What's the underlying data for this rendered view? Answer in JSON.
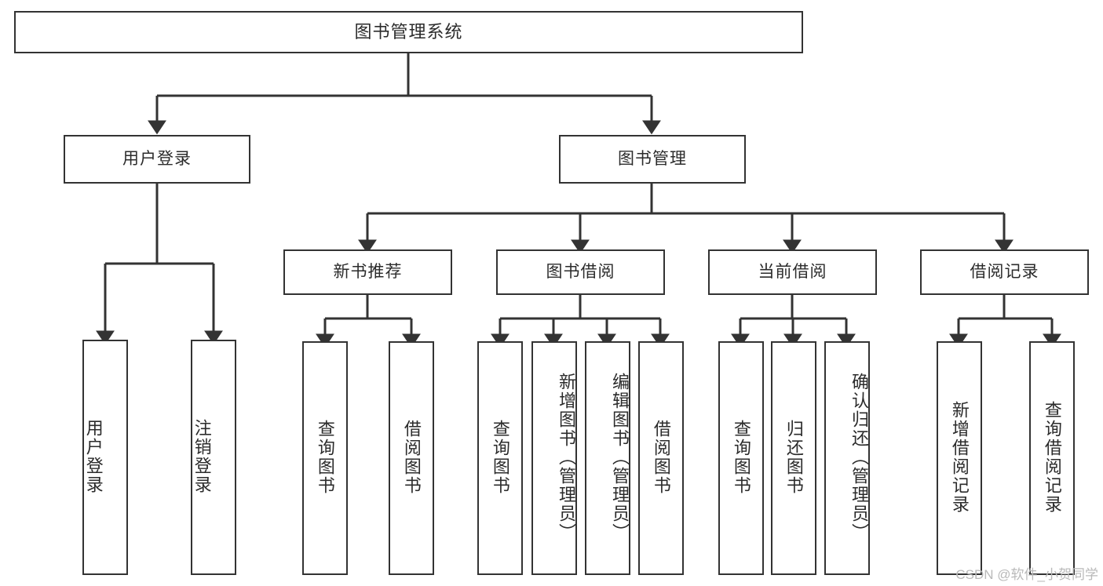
{
  "diagram": {
    "type": "tree",
    "title": "图书管理系统",
    "watermark": "CSDN @软件_小贺同学",
    "colors": {
      "box_border": "#333333",
      "box_fill": "#ffffff",
      "text": "#2b2b2b",
      "connector": "#333333",
      "watermark": "#b9b9b9"
    },
    "levels": {
      "root": {
        "label": "图书管理系统"
      },
      "level2": [
        {
          "label": "用户登录"
        },
        {
          "label": "图书管理"
        }
      ],
      "level3": [
        {
          "label": "新书推荐"
        },
        {
          "label": "图书借阅"
        },
        {
          "label": "当前借阅"
        },
        {
          "label": "借阅记录"
        }
      ],
      "leaves": {
        "user_login": [
          {
            "label": "用户登录"
          },
          {
            "label": "注销登录"
          }
        ],
        "new_book_recommend": [
          {
            "label": "查询图书"
          },
          {
            "label": "借阅图书"
          }
        ],
        "book_borrow": [
          {
            "label": "查询图书"
          },
          {
            "label": "新增图书（管理员）"
          },
          {
            "label": "编辑图书（管理员）"
          },
          {
            "label": "借阅图书"
          }
        ],
        "current_borrow": [
          {
            "label": "查询图书"
          },
          {
            "label": "归还图书"
          },
          {
            "label": "确认归还（管理员）"
          }
        ],
        "borrow_record": [
          {
            "label": "新增借阅记录"
          },
          {
            "label": "查询借阅记录"
          }
        ]
      }
    }
  }
}
